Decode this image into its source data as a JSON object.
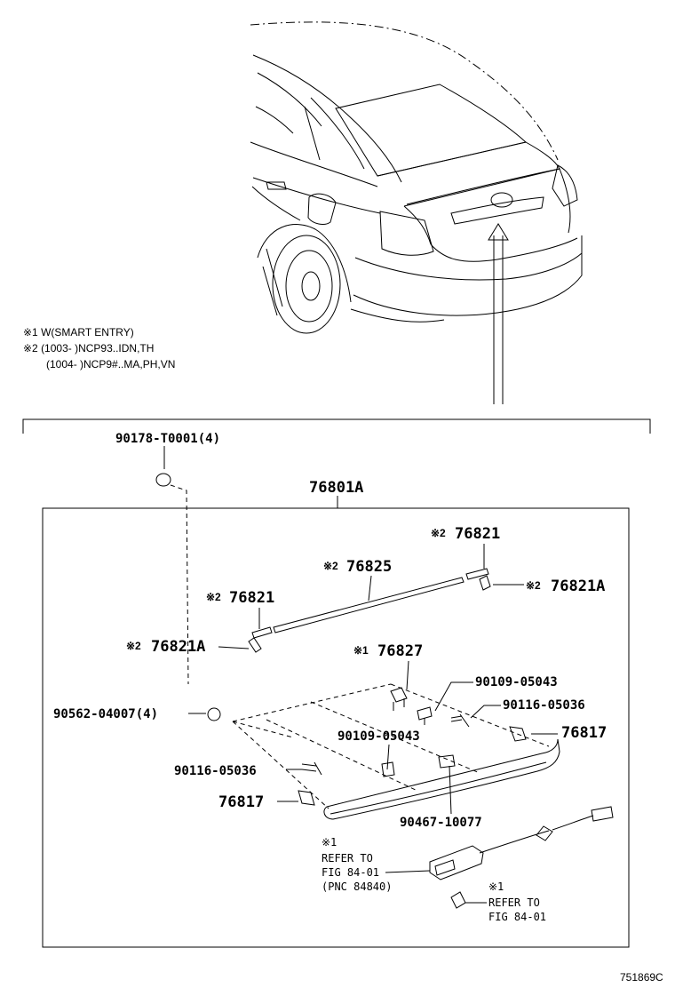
{
  "notes": {
    "line1": "※1 W(SMART ENTRY)",
    "line2": "※2 (1003-      )NCP93..IDN,TH",
    "line3": "(1004-      )NCP9#..MA,PH,VN"
  },
  "parts": {
    "p90178": "90178-T0001(4)",
    "p76801a": "76801A",
    "p76821_top": "76821",
    "p76825": "76825",
    "p76821_left": "76821",
    "p76821a_right": "76821A",
    "p76821a_left": "76821A",
    "p76827": "76827",
    "p90109_a": "90109-05043",
    "p90116_a": "90116-05036",
    "p76817_right": "76817",
    "p90562": "90562-04007(4)",
    "p90109_b": "90109-05043",
    "p90116_b": "90116-05036",
    "p76817_left": "76817",
    "p90467": "90467-10077"
  },
  "marks": {
    "m2": "※2",
    "m1": "※1"
  },
  "refs": {
    "ref1_mark": "※1",
    "ref1_line1": "REFER TO",
    "ref1_line2": "FIG 84-01",
    "ref1_line3": "(PNC 84840)",
    "ref2_mark": "※1",
    "ref2_line1": "REFER TO",
    "ref2_line2": "FIG 84-01"
  },
  "figure_id": "751869C"
}
